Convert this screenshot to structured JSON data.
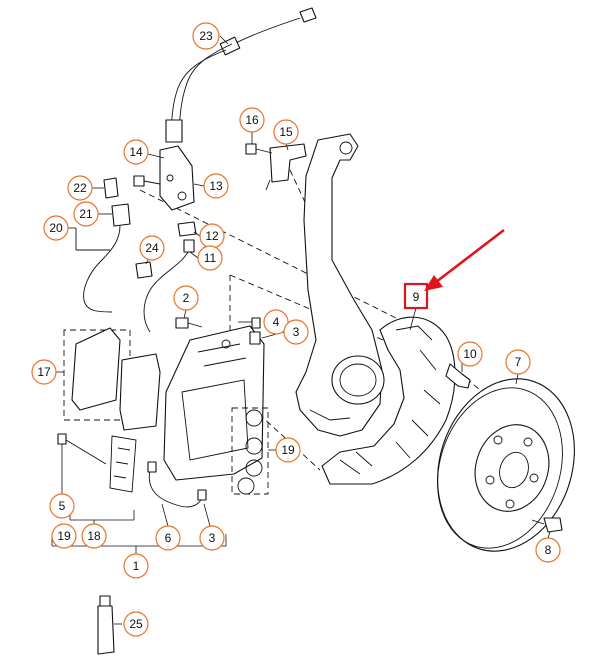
{
  "diagram": {
    "callouts": [
      {
        "id": "c23",
        "label": "23"
      },
      {
        "id": "c16",
        "label": "16"
      },
      {
        "id": "c15",
        "label": "15"
      },
      {
        "id": "c14",
        "label": "14"
      },
      {
        "id": "c13",
        "label": "13"
      },
      {
        "id": "c22",
        "label": "22"
      },
      {
        "id": "c21",
        "label": "21"
      },
      {
        "id": "c20",
        "label": "20"
      },
      {
        "id": "c12",
        "label": "12"
      },
      {
        "id": "c24",
        "label": "24"
      },
      {
        "id": "c11",
        "label": "11"
      },
      {
        "id": "c2",
        "label": "2"
      },
      {
        "id": "c4",
        "label": "4"
      },
      {
        "id": "c3a",
        "label": "3"
      },
      {
        "id": "c17",
        "label": "17"
      },
      {
        "id": "c19a",
        "label": "19"
      },
      {
        "id": "c10",
        "label": "10"
      },
      {
        "id": "c7",
        "label": "7"
      },
      {
        "id": "c5",
        "label": "5"
      },
      {
        "id": "c19b",
        "label": "19"
      },
      {
        "id": "c18",
        "label": "18"
      },
      {
        "id": "c6",
        "label": "6"
      },
      {
        "id": "c3b",
        "label": "3"
      },
      {
        "id": "c1",
        "label": "1"
      },
      {
        "id": "c8",
        "label": "8"
      },
      {
        "id": "c25",
        "label": "25"
      }
    ],
    "highlight": {
      "label": "9",
      "color": "#e0141c"
    },
    "accent_color": "#e8742a"
  }
}
